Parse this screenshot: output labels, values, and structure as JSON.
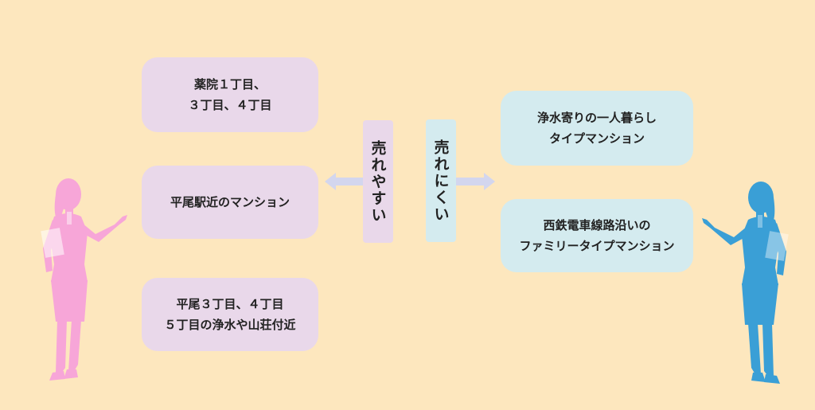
{
  "left": {
    "boxes": [
      {
        "line1": "薬院１丁目、",
        "line2": "３丁目、４丁目"
      },
      {
        "line1": "平尾駅近のマンション"
      },
      {
        "line1": "平尾３丁目、４丁目",
        "line2": "５丁目の浄水や山荘付近"
      }
    ]
  },
  "right": {
    "boxes": [
      {
        "line1": "浄水寄りの一人暮らし",
        "line2": "タイプマンション"
      },
      {
        "line1": "西鉄電車線路沿いの",
        "line2": "ファミリータイプマンション"
      }
    ]
  },
  "center": {
    "easy_label": "売れやすい",
    "hard_label": "売れにくい"
  },
  "colors": {
    "background": "#FDE7BE",
    "pink_box": "#E9D8EA",
    "blue_box": "#D4EBEF",
    "pink_figure": "#F7A6D8",
    "blue_figure": "#3A9FD6",
    "arrow": "#D3D6EE"
  },
  "icons": {
    "left_figure": "businesswoman-silhouette-icon",
    "right_figure": "businesswoman-silhouette-icon"
  }
}
